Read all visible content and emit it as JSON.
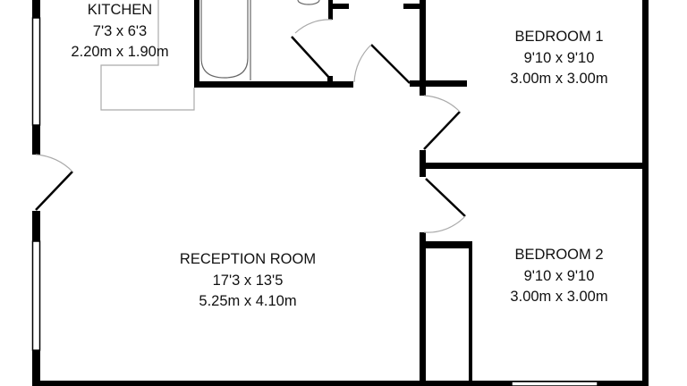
{
  "rooms": {
    "kitchen": {
      "name": "KITCHEN",
      "imperial": "7'3 x 6'3",
      "metric": "2.20m x 1.90m"
    },
    "bedroom1": {
      "name": "BEDROOM 1",
      "imperial": "9'10 x 9'10",
      "metric": "3.00m x 3.00m"
    },
    "reception": {
      "name": "RECEPTION ROOM",
      "imperial": "17'3 x 13'5",
      "metric": "5.25m x 4.10m"
    },
    "bedroom2": {
      "name": "BEDROOM 2",
      "imperial": "9'10 x 9'10",
      "metric": "3.00m x 3.00m"
    }
  },
  "colors": {
    "wall": "#000000",
    "fixture": "#999999",
    "background": "#ffffff"
  }
}
